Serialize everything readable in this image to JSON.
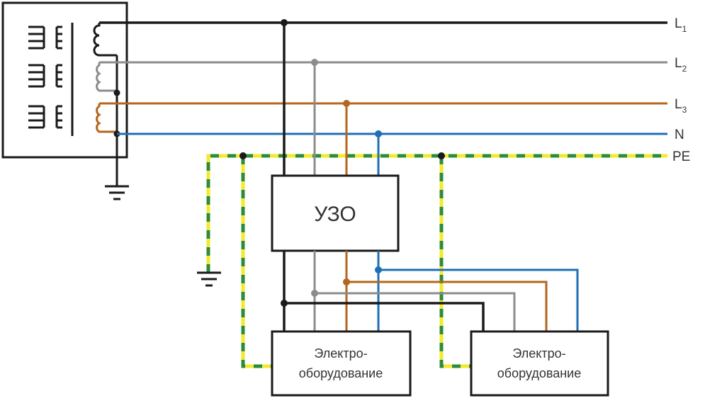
{
  "labels": {
    "l1_main": "L",
    "l1_sub": "1",
    "l2_main": "L",
    "l2_sub": "2",
    "l3_main": "L",
    "l3_sub": "3",
    "n": "N",
    "pe": "PE"
  },
  "rcd": {
    "label": "УЗО"
  },
  "equipment": [
    {
      "line1": "Электро-",
      "line2": "оборудование"
    },
    {
      "line1": "Электро-",
      "line2": "оборудование"
    }
  ],
  "colors": {
    "l1": "#1a1a1a",
    "l2": "#8c8c8c",
    "l3": "#b5651d",
    "n": "#1f6fb5",
    "pe_yellow": "#f2ea2f",
    "pe_green": "#2e8b3a",
    "box_stroke": "#1a1a1a"
  }
}
